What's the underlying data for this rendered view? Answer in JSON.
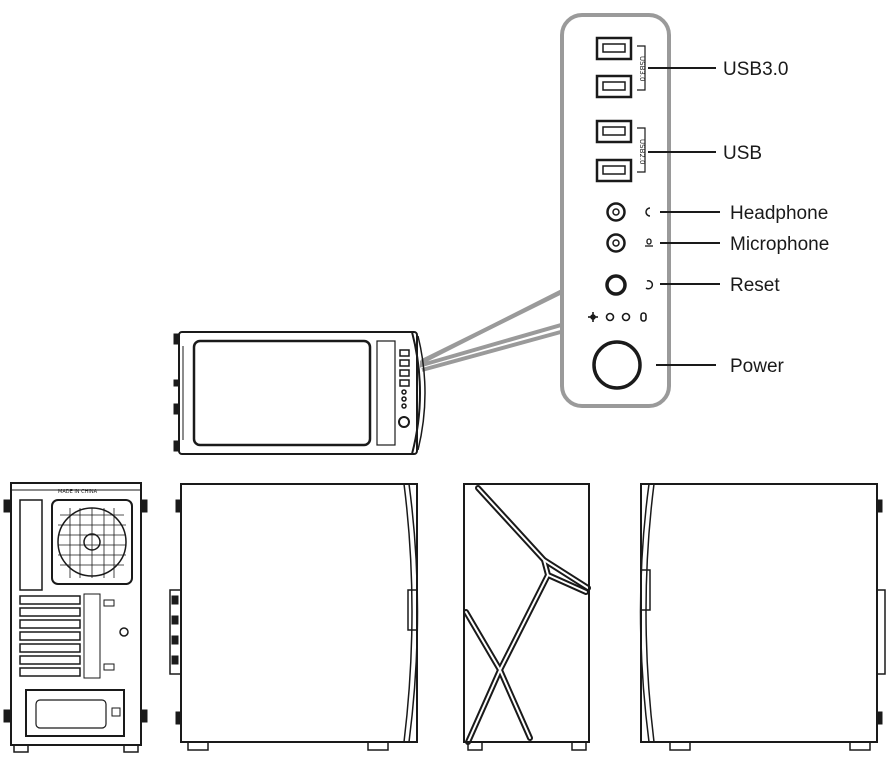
{
  "callouts": {
    "usb3": "USB3.0",
    "usb": "USB",
    "headphone": "Headphone",
    "microphone": "Microphone",
    "reset": "Reset",
    "power": "Power"
  },
  "port_labels": {
    "usb3_small": "USB3.0",
    "usb2_small": "USB2.0"
  },
  "rear_panel_text": "MADE IN CHINA",
  "colors": {
    "stroke": "#1a1a1a",
    "zoom_frame": "#9a9a9a",
    "background": "#ffffff"
  }
}
